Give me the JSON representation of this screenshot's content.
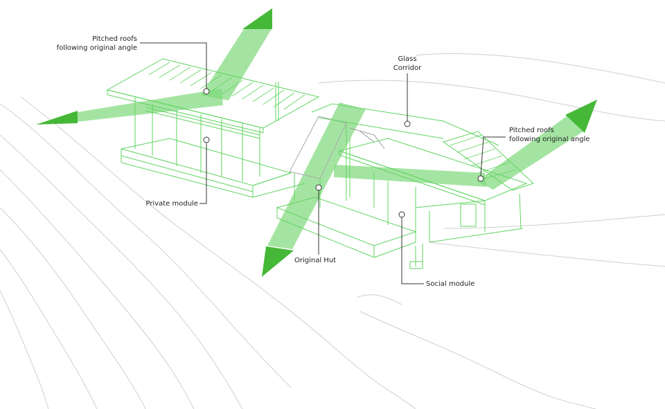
{
  "labels": {
    "pitched_roofs_left": [
      "Pitched roofs",
      "following original angle"
    ],
    "glass_corridor": [
      "Glass",
      "Corridor"
    ],
    "pitched_roofs_right": [
      "Pitched roofs",
      "following original angle"
    ],
    "private_module": "Private module",
    "original_hut": "Original Hut",
    "social_module": "Social module"
  },
  "colors": {
    "line_green": "#5fd35f",
    "band_green": "#7dd97a",
    "arrow_green": "#46b838",
    "contour": "#c8c8c8",
    "leader": "#333333"
  }
}
